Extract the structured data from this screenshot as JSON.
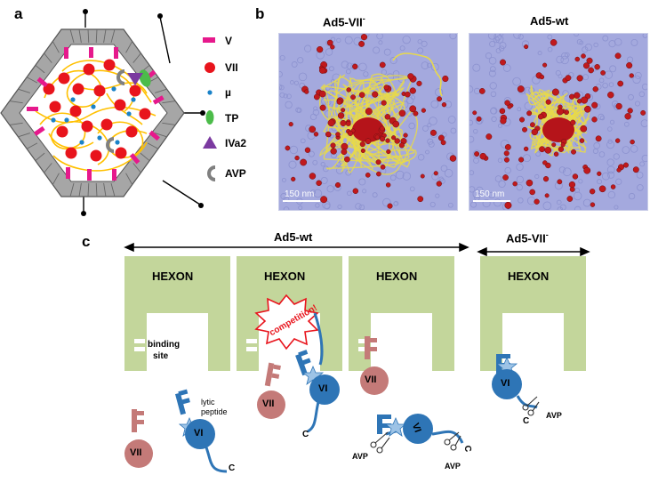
{
  "panels": {
    "a": "a",
    "b": "b",
    "c": "c"
  },
  "legend": [
    {
      "symbol": "bar",
      "color": "#e6198c",
      "label": "V"
    },
    {
      "symbol": "circle",
      "color": "#e8141c",
      "label": "VII"
    },
    {
      "symbol": "dot",
      "color": "#1a82c8",
      "label": "µ"
    },
    {
      "symbol": "ellipse",
      "color": "#4cbc4a",
      "label": "TP"
    },
    {
      "symbol": "triangle",
      "color": "#7b3aa0",
      "label": "IVa2"
    },
    {
      "symbol": "hook",
      "color": "#808080",
      "label": "AVP"
    }
  ],
  "micrographs": {
    "left_title": "Ad5-VII",
    "left_title_sup": "-",
    "right_title": "Ad5-wt",
    "scale_left": "150 nm",
    "scale_right": "150 nm"
  },
  "panel_c": {
    "wt_label": "Ad5-wt",
    "mut_label": "Ad5-VII",
    "mut_label_sup": "-",
    "hexon": "HEXON",
    "binding_site_line1": "binding",
    "binding_site_line2": "site",
    "competition": "competition!",
    "lytic_line1": "lytic",
    "lytic_line2": "peptide",
    "protein_vi": "VI",
    "protein_vii": "VII",
    "c_term": "C",
    "avp": "AVP"
  },
  "colors": {
    "hexon": "#c3d69b",
    "protein_vi": "#2e75b6",
    "protein_vii": "#c47a78",
    "capsid": "#a6a6a6",
    "dna": "#ffc000",
    "micrograph_bg": "#a4a9de",
    "micrograph_particle": "#c0191c",
    "micrograph_dna": "#e8d94a"
  }
}
